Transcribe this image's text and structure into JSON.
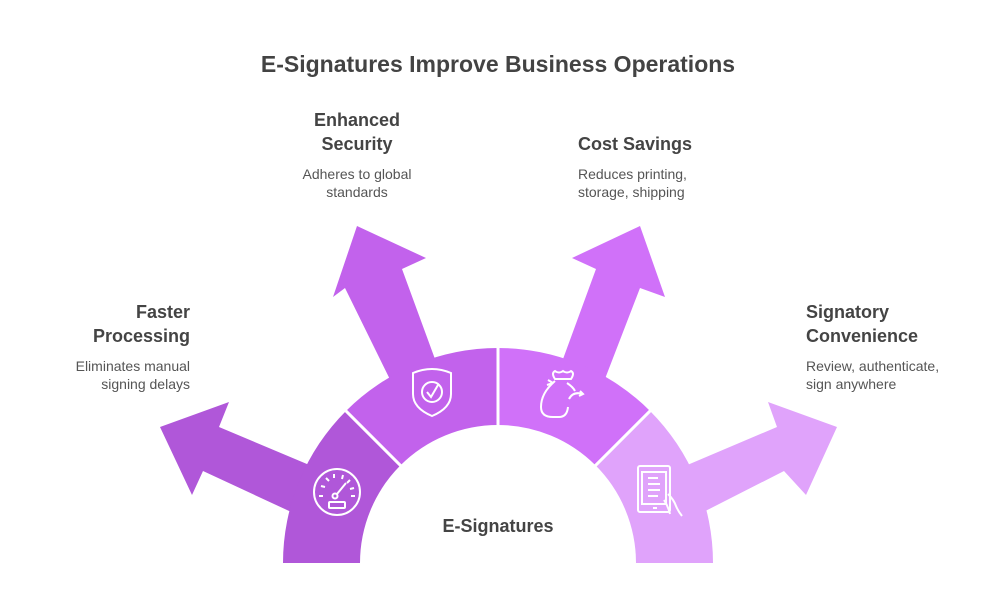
{
  "title": "E-Signatures Improve Business Operations",
  "center_label": "E-Signatures",
  "colors": {
    "seg1": "#b057d9",
    "seg2": "#c262ec",
    "seg3": "#d071f9",
    "seg4": "#e0a3fb"
  },
  "items": [
    {
      "title_l1": "Faster",
      "title_l2": "Processing",
      "desc_l1": "Eliminates manual",
      "desc_l2": "signing delays",
      "icon": "speedometer-icon"
    },
    {
      "title_l1": "Enhanced",
      "title_l2": "Security",
      "desc_l1": "Adheres to global",
      "desc_l2": "standards",
      "icon": "shield-check-icon"
    },
    {
      "title_l1": "Cost Savings",
      "title_l2": "",
      "desc_l1": "Reduces printing,",
      "desc_l2": "storage, shipping",
      "icon": "money-bag-icon"
    },
    {
      "title_l1": "Signatory",
      "title_l2": "Convenience",
      "desc_l1": "Review, authenticate,",
      "desc_l2": "sign anywhere",
      "icon": "tablet-hand-icon"
    }
  ]
}
